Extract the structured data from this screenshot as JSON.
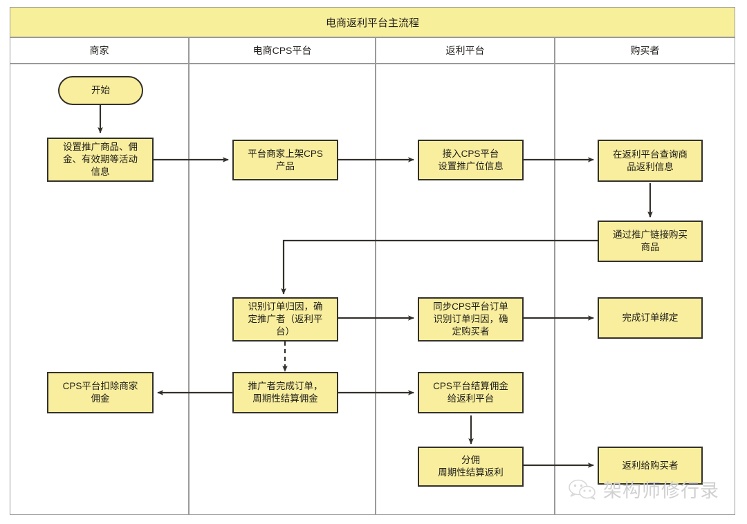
{
  "diagram": {
    "title": "电商返利平台主流程",
    "type": "swimlane-flowchart",
    "lanes": [
      {
        "id": "merchant",
        "label": "商家"
      },
      {
        "id": "cps",
        "label": "电商CPS平台"
      },
      {
        "id": "rebate",
        "label": "返利平台"
      },
      {
        "id": "buyer",
        "label": "购买者"
      }
    ],
    "nodes": [
      {
        "id": "start",
        "lane": "merchant",
        "shape": "terminator",
        "label": "开始"
      },
      {
        "id": "set-promo",
        "lane": "merchant",
        "shape": "process",
        "label": "设置推广商品、佣\n金、有效期等活动\n信息"
      },
      {
        "id": "list-cps",
        "lane": "cps",
        "shape": "process",
        "label": "平台商家上架CPS\n产品"
      },
      {
        "id": "join-cps",
        "lane": "rebate",
        "shape": "process",
        "label": "接入CPS平台\n设置推广位信息"
      },
      {
        "id": "query-rebate",
        "lane": "buyer",
        "shape": "process",
        "label": "在返利平台查询商\n品返利信息"
      },
      {
        "id": "buy-via-link",
        "lane": "buyer",
        "shape": "process",
        "label": "通过推广链接购买\n商品"
      },
      {
        "id": "attribute",
        "lane": "cps",
        "shape": "process",
        "label": "识别订单归因，确\n定推广者（返利平\n台）"
      },
      {
        "id": "sync-order",
        "lane": "rebate",
        "shape": "process",
        "label": "同步CPS平台订单\n识别订单归因，确\n定购买者"
      },
      {
        "id": "bind-order",
        "lane": "buyer",
        "shape": "process",
        "label": "完成订单绑定"
      },
      {
        "id": "deduct",
        "lane": "merchant",
        "shape": "process",
        "label": "CPS平台扣除商家\n佣金"
      },
      {
        "id": "settle-promo",
        "lane": "cps",
        "shape": "process",
        "label": "推广者完成订单，\n周期性结算佣金"
      },
      {
        "id": "settle-cps",
        "lane": "rebate",
        "shape": "process",
        "label": "CPS平台结算佣金\n给返利平台"
      },
      {
        "id": "split-comm",
        "lane": "rebate",
        "shape": "process",
        "label": "分佣\n周期性结算返利"
      },
      {
        "id": "rebate-buyer",
        "lane": "buyer",
        "shape": "process",
        "label": "返利给购买者"
      }
    ],
    "edges": [
      {
        "from": "start",
        "to": "set-promo",
        "style": "solid"
      },
      {
        "from": "set-promo",
        "to": "list-cps",
        "style": "solid"
      },
      {
        "from": "list-cps",
        "to": "join-cps",
        "style": "solid"
      },
      {
        "from": "join-cps",
        "to": "query-rebate",
        "style": "solid"
      },
      {
        "from": "query-rebate",
        "to": "buy-via-link",
        "style": "solid"
      },
      {
        "from": "buy-via-link",
        "to": "attribute",
        "style": "solid"
      },
      {
        "from": "attribute",
        "to": "sync-order",
        "style": "solid"
      },
      {
        "from": "sync-order",
        "to": "bind-order",
        "style": "solid"
      },
      {
        "from": "attribute",
        "to": "settle-promo",
        "style": "dashed"
      },
      {
        "from": "settle-promo",
        "to": "deduct",
        "style": "solid"
      },
      {
        "from": "settle-promo",
        "to": "settle-cps",
        "style": "solid"
      },
      {
        "from": "settle-cps",
        "to": "split-comm",
        "style": "solid"
      },
      {
        "from": "split-comm",
        "to": "rebate-buyer",
        "style": "solid"
      }
    ],
    "colors": {
      "node_fill": "#f8ee9d",
      "node_border": "#33302b",
      "title_fill": "#f8ef9b",
      "lane_border": "#9a9a9a",
      "edge": "#33302b",
      "watermark": "#d2d2d2"
    }
  },
  "watermark": {
    "text": "架构师修行录",
    "icon": "wechat-icon"
  }
}
